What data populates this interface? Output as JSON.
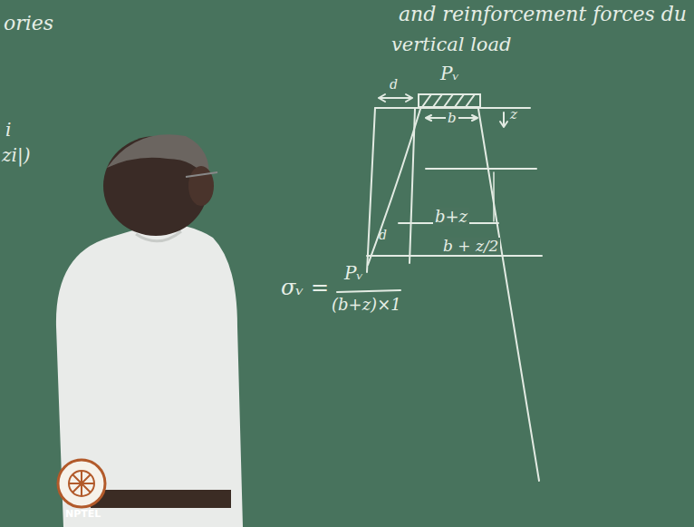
{
  "diagram": {
    "labels": [
      "ories",
      "and reinforcement forces du",
      "vertical load",
      "Pᵥ",
      "d",
      "b",
      "z",
      "b+z",
      "d",
      "b + z/2",
      "i",
      "zi|)",
      "σᵥ =",
      "Pᵥ",
      "(b+z)×1",
      "NPTEL"
    ]
  }
}
